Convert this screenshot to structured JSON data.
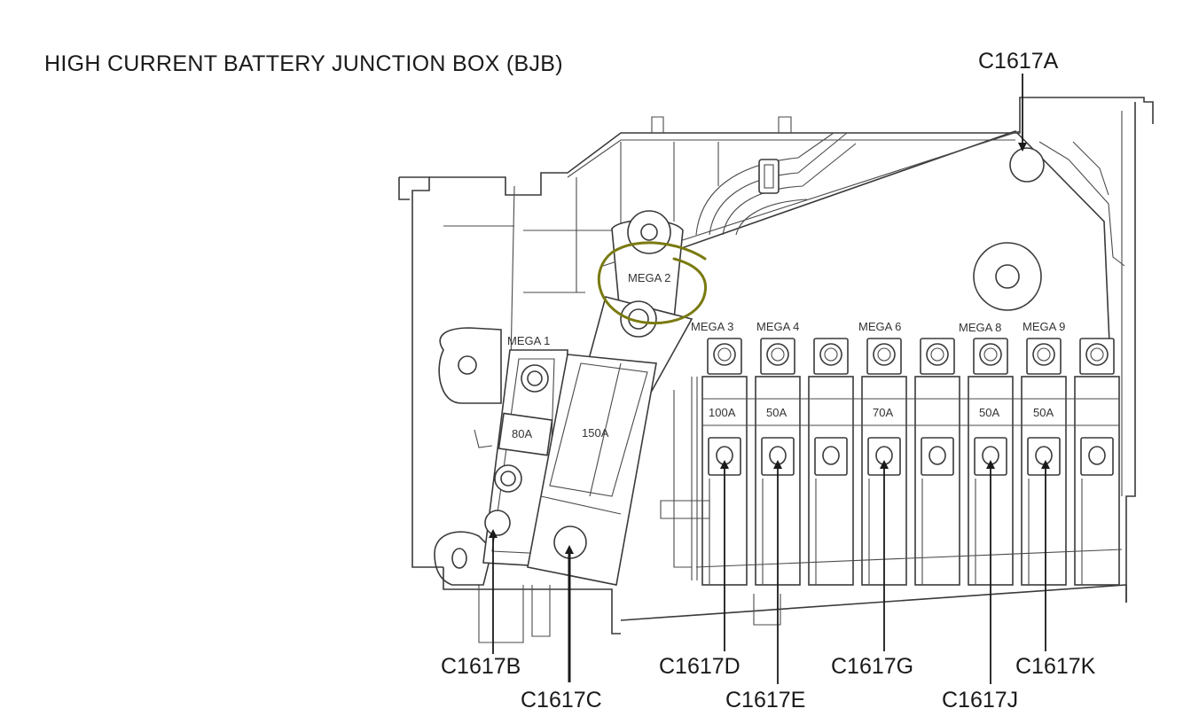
{
  "title": "HIGH CURRENT BATTERY JUNCTION BOX (BJB)",
  "colors": {
    "line": "#3a3a3a",
    "annotation_circle": "#7a7a10",
    "background": "#ffffff"
  },
  "mega_labels": {
    "mega1": "MEGA 1",
    "mega2": "MEGA 2",
    "mega3": "MEGA 3",
    "mega4": "MEGA 4",
    "mega6": "MEGA 6",
    "mega8": "MEGA 8",
    "mega9": "MEGA 9"
  },
  "fuse_ratings": {
    "mega1": "80A",
    "mega2": "150A",
    "mega3": "100A",
    "mega4": "50A",
    "mega6": "70A",
    "mega8": "50A",
    "mega9": "50A"
  },
  "connectors": {
    "a": "C1617A",
    "b": "C1617B",
    "c": "C1617C",
    "d": "C1617D",
    "e": "C1617E",
    "g": "C1617G",
    "j": "C1617J",
    "k": "C1617K"
  },
  "annotation": {
    "type": "hand-drawn circle",
    "target": "MEGA 2"
  }
}
